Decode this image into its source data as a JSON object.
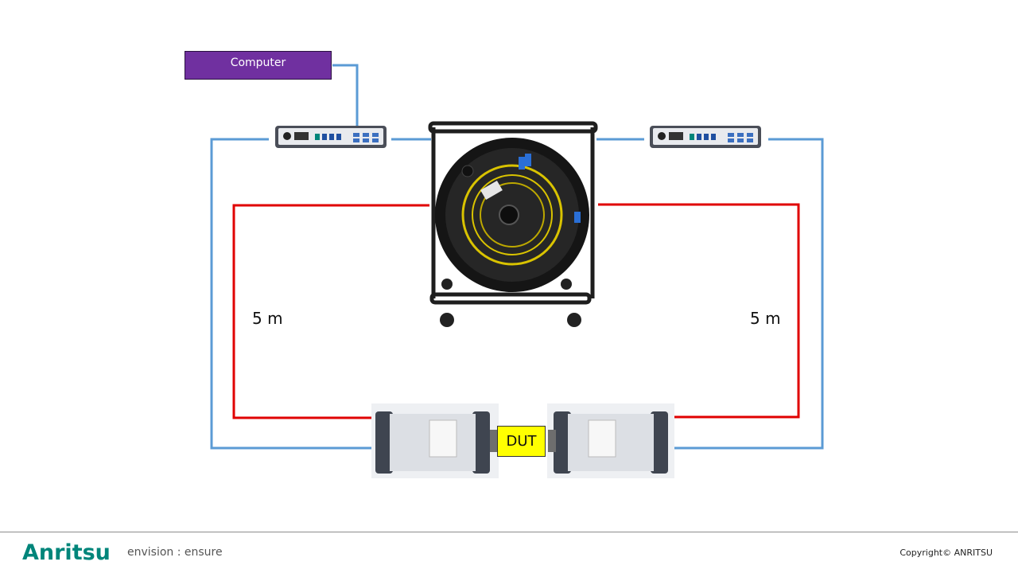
{
  "diagram": {
    "computer_label": "Computer",
    "left_distance": "5 m",
    "right_distance": "5 m",
    "dut_label": "DUT"
  },
  "colors": {
    "computer_fill": "#7030a0",
    "blue_line": "#5b9bd5",
    "red_line": "#e00000",
    "dut_fill": "#ffff00",
    "brand": "#00857a"
  },
  "footer": {
    "logo_text": "Anritsu",
    "tagline": "envision : ensure",
    "copyright": "Copyright© ANRITSU"
  }
}
